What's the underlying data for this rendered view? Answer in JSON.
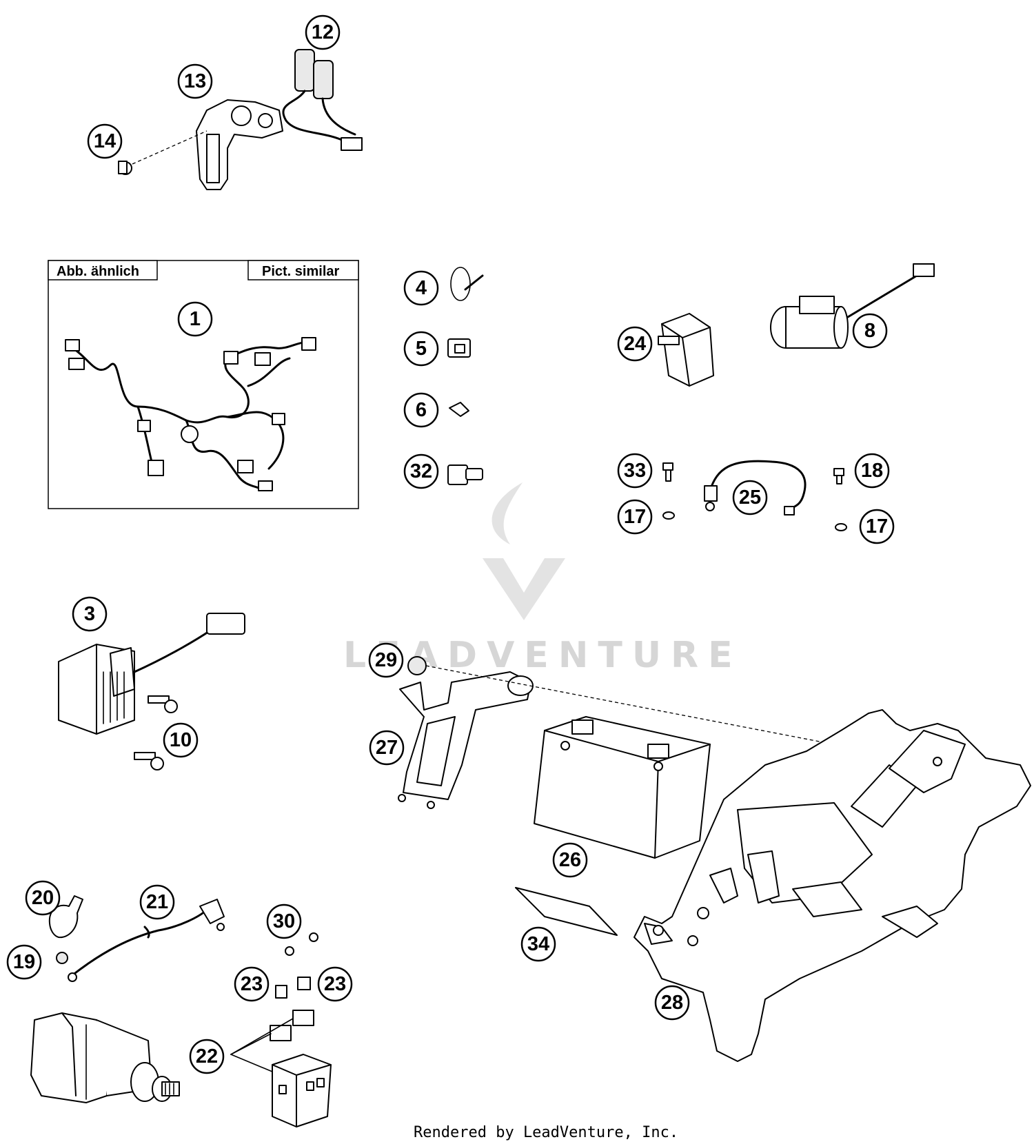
{
  "frame": {
    "left_label": "Abb. ähnlich",
    "right_label": "Pict. similar"
  },
  "watermark": {
    "text": "LEADVENTURE"
  },
  "footer": {
    "text": "Rendered by LeadVenture, Inc."
  },
  "callouts": {
    "c1": "1",
    "c3": "3",
    "c4": "4",
    "c5": "5",
    "c6": "6",
    "c8": "8",
    "c10": "10",
    "c12": "12",
    "c13": "13",
    "c14": "14",
    "c17a": "17",
    "c17b": "17",
    "c18": "18",
    "c19": "19",
    "c20": "20",
    "c21": "21",
    "c22": "22",
    "c23a": "23",
    "c23b": "23",
    "c24": "24",
    "c25": "25",
    "c26": "26",
    "c27": "27",
    "c28": "28",
    "c29": "29",
    "c30": "30",
    "c32": "32",
    "c33": "33",
    "c34": "34"
  }
}
